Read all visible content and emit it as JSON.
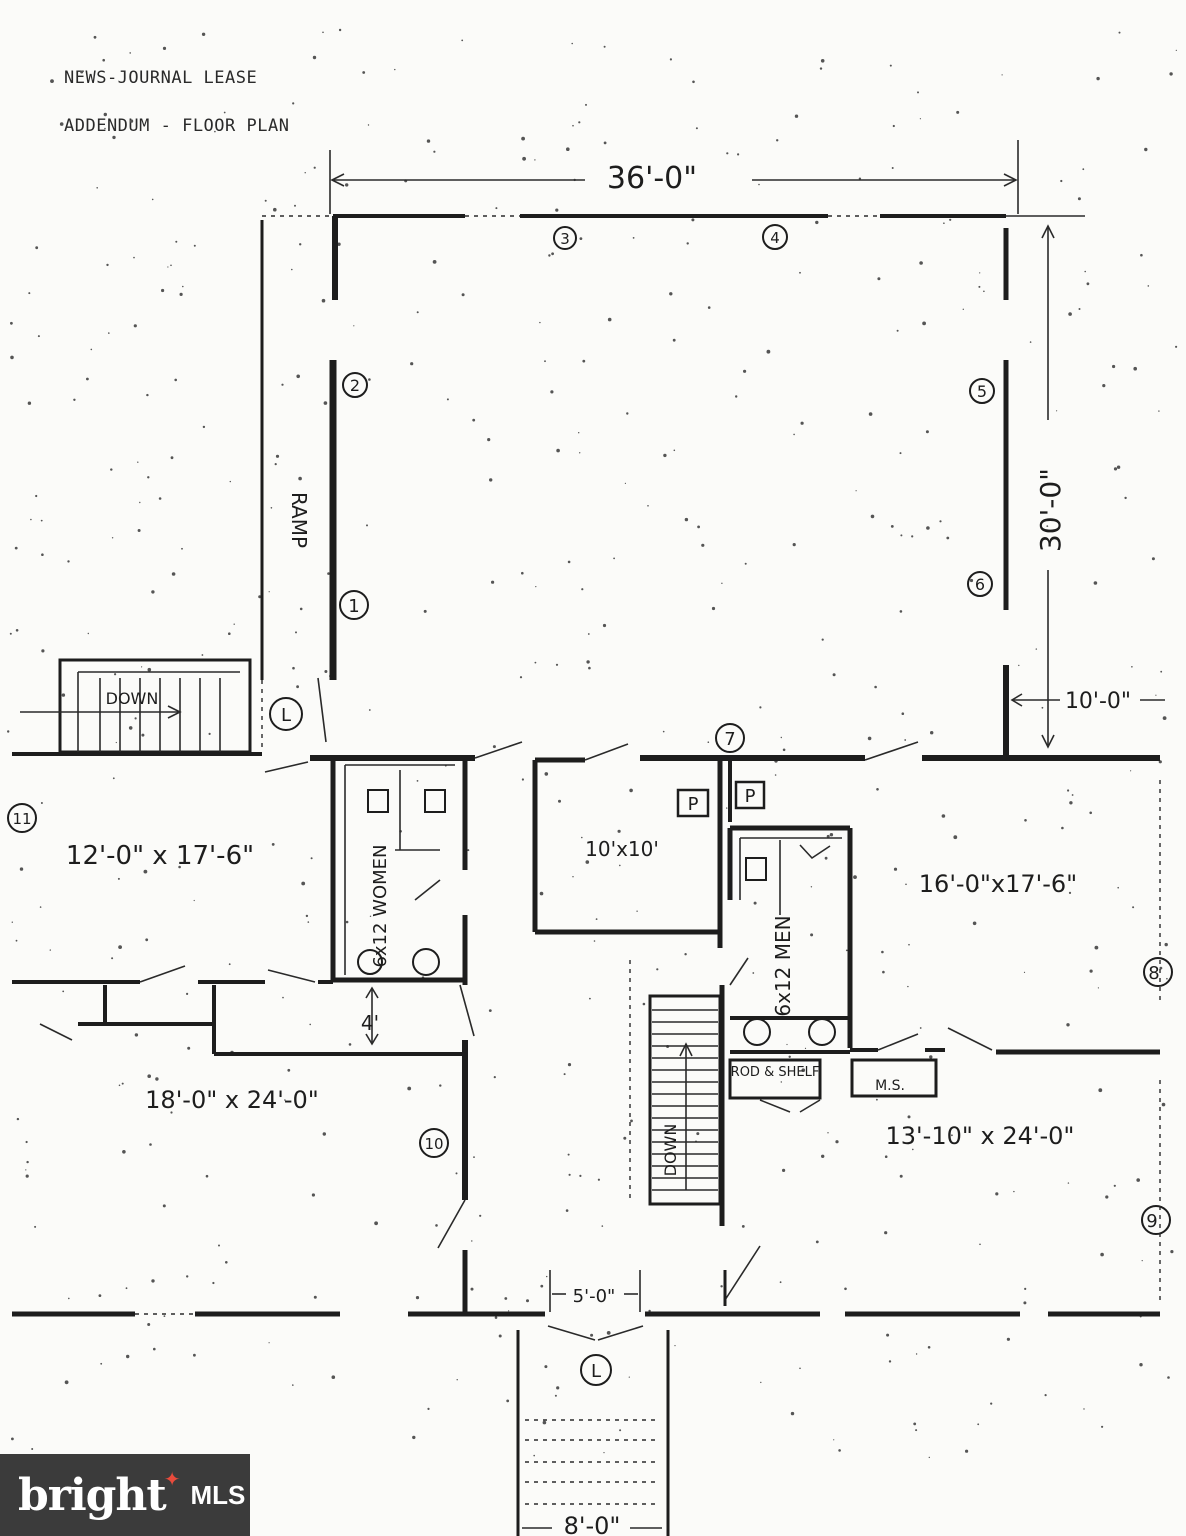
{
  "header": {
    "line1": "NEWS-JOURNAL LEASE",
    "line2": "ADDENDUM - FLOOR PLAN"
  },
  "dimensions": {
    "top_width": "36'-0\"",
    "right_height": "30'-0\"",
    "right_offset": "10'-0\"",
    "door_width": "5'-0\"",
    "stair_width": "8'-0\"",
    "corridor": "4'"
  },
  "rooms": {
    "room_11": "12'-0\" x 17'-6\"",
    "room_small": "10'x10'",
    "room_right": "16'-0\"x17'-6\"",
    "room_left_bottom": "18'-0\" x 24'-0\"",
    "room_right_bottom": "13'-10\" x 24'-0\"",
    "women": "6x12 WOMEN",
    "men": "6x12 MEN",
    "rod_shelf": "ROD & SHELF",
    "ms": "M.S."
  },
  "labels": {
    "ramp": "RAMP",
    "down_left": "DOWN",
    "down_stair": "DOWN",
    "p1": "P",
    "p2": "P",
    "light_1": "L",
    "light_2": "L"
  },
  "markers": [
    "1",
    "2",
    "3",
    "4",
    "5",
    "6",
    "7",
    "8",
    "9",
    "10",
    "11"
  ],
  "logo": {
    "word": "bright",
    "suffix": "MLS",
    "brand_color": "#e84b3c"
  }
}
